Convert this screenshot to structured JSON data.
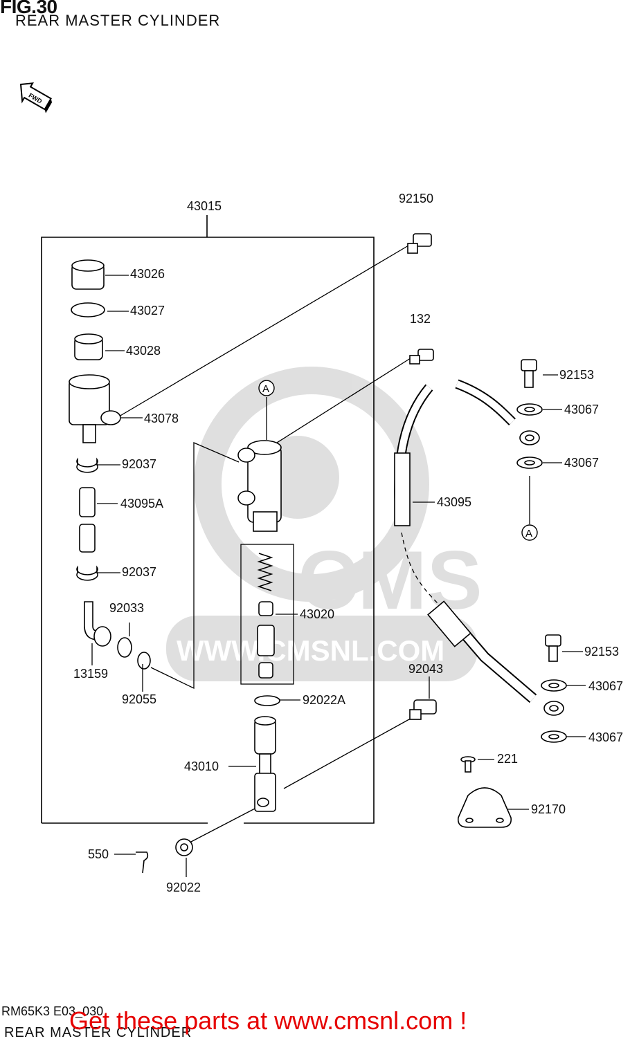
{
  "figure": {
    "number": "FIG.30",
    "title": "REAR MASTER CYLINDER"
  },
  "fwd_label": "FWD",
  "watermark": {
    "logo_text": "CMS",
    "url": "WWW.CMSNL.COM"
  },
  "parts": {
    "p43015": "43015",
    "p92150": "92150",
    "p43026": "43026",
    "p43027": "43027",
    "p43028": "43028",
    "p43078": "43078",
    "p132": "132",
    "p92153a": "92153",
    "p43067a": "43067",
    "p43067b": "43067",
    "p92037a": "92037",
    "p43095A": "43095A",
    "p43095": "43095",
    "p92037b": "92037",
    "p43020": "43020",
    "p92033": "92033",
    "p13159": "13159",
    "p92055": "92055",
    "p92153b": "92153",
    "p43067c": "43067",
    "p43067d": "43067",
    "p92043": "92043",
    "p92022A": "92022A",
    "p43010": "43010",
    "p221": "221",
    "p92170": "92170",
    "p550": "550",
    "p92022": "92022"
  },
  "ref_marks": {
    "a1": "A",
    "a2": "A"
  },
  "footer": {
    "code": "RM65K3 E03_030",
    "subtitle": "REAR MASTER CYLINDER",
    "cta": "Get these parts at www.cmsnl.com !"
  }
}
